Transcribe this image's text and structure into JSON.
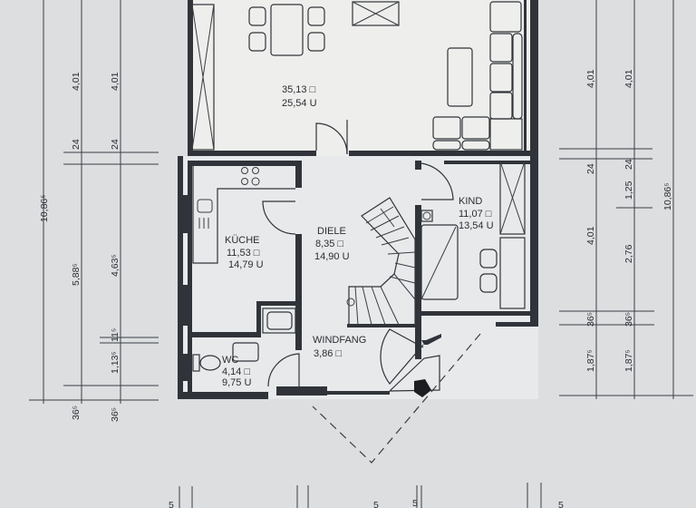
{
  "rooms": {
    "living": {
      "area": "35,13 □",
      "volume": "25,54 U"
    },
    "kueche": {
      "name": "KÜCHE",
      "area": "11,53 □",
      "volume": "14,79 U"
    },
    "diele": {
      "name": "DIELE",
      "area": "8,35 □",
      "volume": "14,90 U"
    },
    "kind": {
      "name": "KIND",
      "area": "11,07 □",
      "volume": "13,54 U"
    },
    "wc": {
      "name": "WC",
      "area": "4,14 □",
      "volume": "9,75 U"
    },
    "windfang": {
      "name": "WINDFANG",
      "area": "3,86 □"
    }
  },
  "dimensions": {
    "left_outer": "10,86⁵",
    "left_a": [
      "4,01",
      "24",
      "5,88⁵",
      "36⁵"
    ],
    "left_b": [
      "4,01",
      "24",
      "4,63⁵",
      "11⁵",
      "1,13⁵",
      "36⁵"
    ],
    "right_a": [
      "4,01",
      "24",
      "4,01",
      "36⁵",
      "1,87⁵"
    ],
    "right_b": [
      "4,01",
      "24",
      "1,25",
      "2,76",
      "36⁵",
      "1,87⁵"
    ],
    "right_outer": "10,86⁵",
    "bottom": [
      "5",
      "5",
      "5",
      "5"
    ]
  },
  "colors": {
    "paper": "#dcdee0",
    "plan": "#ebecec",
    "ink": "#30343a"
  }
}
